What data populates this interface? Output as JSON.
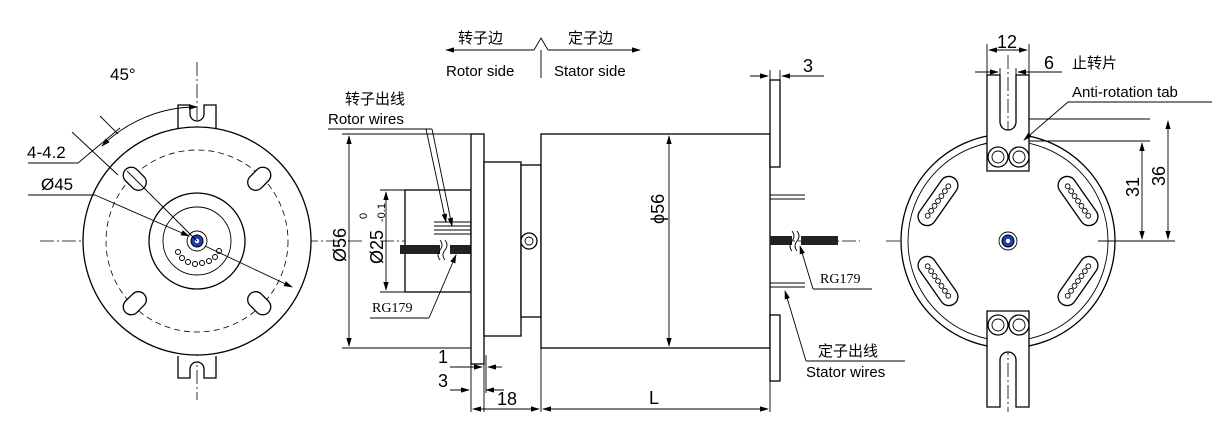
{
  "labels": {
    "rotor_side_cn": "转子边",
    "stator_side_cn": "定子边",
    "rotor_side_en": "Rotor side",
    "stator_side_en": "Stator  side",
    "rotor_wires_cn": "转子出线",
    "rotor_wires_en": "Rotor wires",
    "stator_wires_cn": "定子出线",
    "stator_wires_en": "Stator wires",
    "anti_rotation_cn": "止转片",
    "anti_rotation_en": "Anti-rotation tab",
    "cable_top": "RG179",
    "cable_bottom": "RG179"
  },
  "dims": {
    "angle": "45°",
    "holes": "4-4.2",
    "pcd": "Ø45",
    "flange_dia": "Ø56",
    "shaft_dia": "Ø25",
    "shaft_tol_upper": "0",
    "shaft_tol_lower": "-0.1",
    "body_dia": "ϕ56",
    "tab_thickness": "3",
    "d1": "1",
    "d3": "3",
    "d18": "18",
    "length": "L",
    "tab_width": "12",
    "tab_slot": "6",
    "d31": "31",
    "d36": "36"
  }
}
